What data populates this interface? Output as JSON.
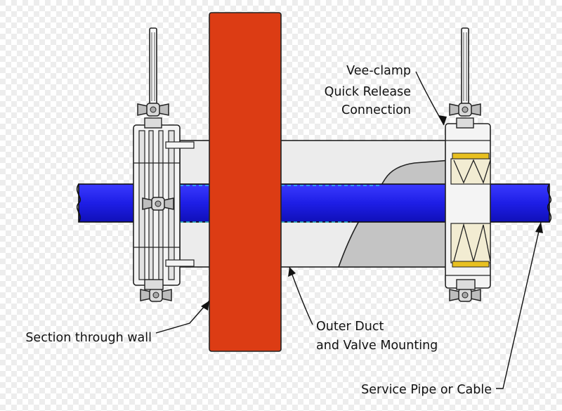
{
  "labels": {
    "vee_clamp_line1": "Vee-clamp",
    "vee_clamp_line2": "Quick Release",
    "vee_clamp_line3": "Connection",
    "section_wall": "Section through wall",
    "outer_duct_line1": "Outer Duct",
    "outer_duct_line2": "and Valve Mounting",
    "service_pipe": "Service Pipe or Cable"
  },
  "colors": {
    "wall": "#dc3c14",
    "pipe": "#1e1ee6",
    "duct": "#ececec",
    "duct_section": "#c4c4c4",
    "seal": "#f2ecd2",
    "seal_accent": "#e8c020",
    "guide_line": "#2fd6e8",
    "checker_a": "#ffffff",
    "checker_b": "#ececec"
  }
}
